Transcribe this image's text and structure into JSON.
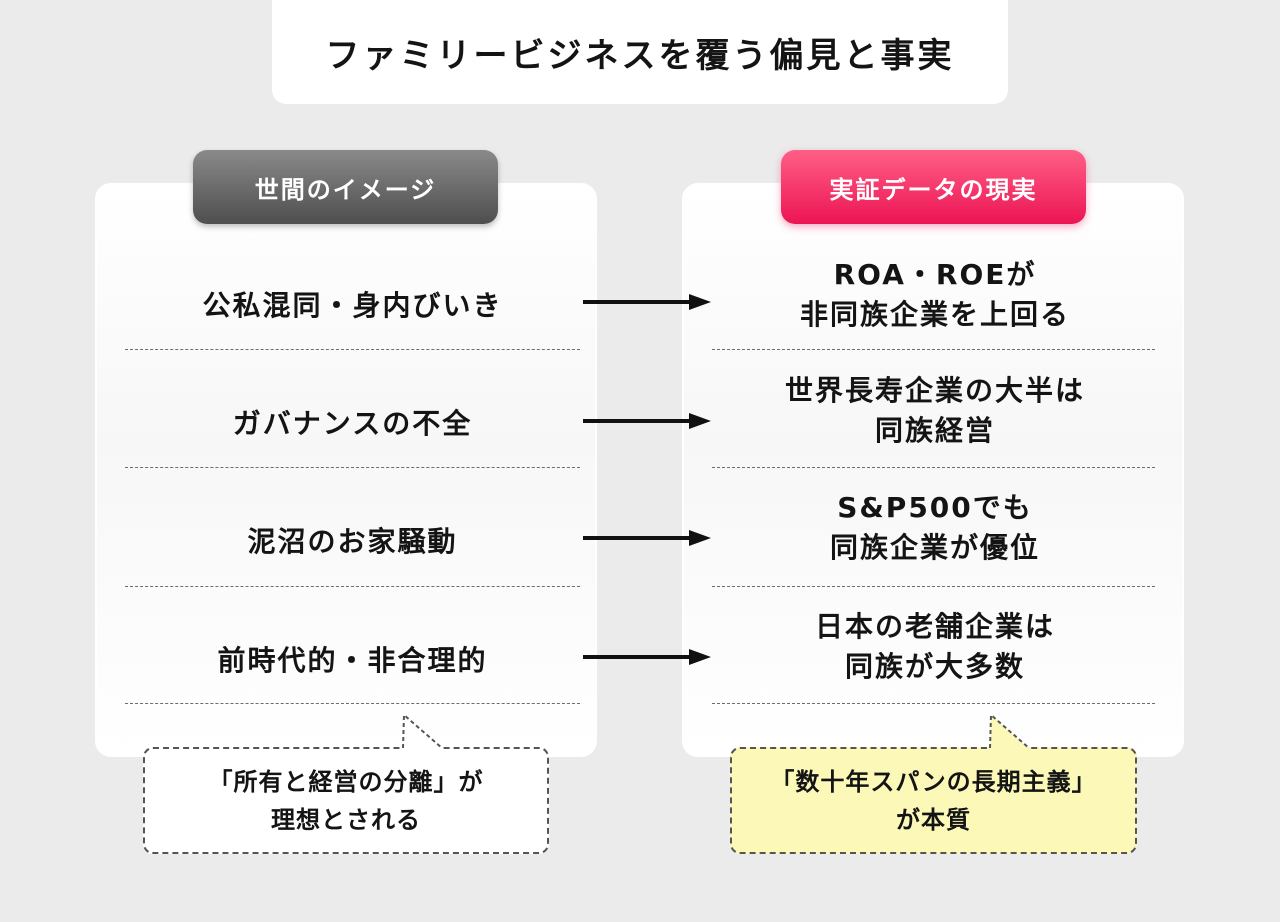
{
  "title": "ファミリービジネスを覆う偏見と事実",
  "left": {
    "header": "世間のイメージ",
    "items": [
      "公私混同・身内びいき",
      "ガバナンスの不全",
      "泥沼のお家騒動",
      "前時代的・非合理的"
    ],
    "callout": {
      "line1": "「所有と経営の分離」が",
      "line2": "理想とされる"
    }
  },
  "right": {
    "header": "実証データの現実",
    "items": [
      {
        "line1": "ROA・ROEが",
        "line2": "非同族企業を上回る"
      },
      {
        "line1": "世界長寿企業の大半は",
        "line2": "同族経営"
      },
      {
        "line1": "S&P500でも",
        "line2": "同族企業が優位"
      },
      {
        "line1": "日本の老舗企業は",
        "line2": "同族が大多数"
      }
    ],
    "callout": {
      "line1": "「数十年スパンの長期主義」",
      "line2": "が本質"
    }
  },
  "colors": {
    "background": "#ebebeb",
    "left_header": "#5f5f5f",
    "right_header": "#ec1554",
    "right_callout": "#fbf8b8"
  }
}
